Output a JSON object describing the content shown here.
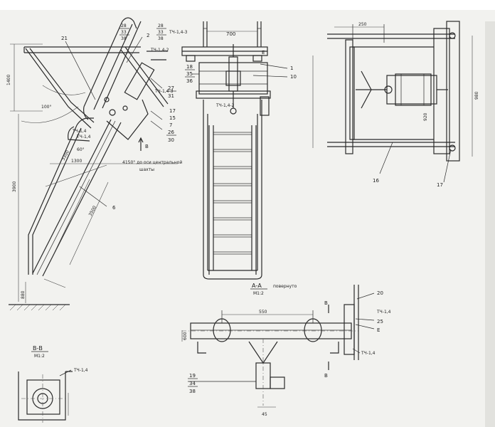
{
  "labels": {
    "n21": "21",
    "n2": "2",
    "n1": "1",
    "n10": "10",
    "n16": "16",
    "n17": "17",
    "n17b": "17",
    "n6": "6",
    "n7": "7",
    "n15": "15",
    "n20": "20",
    "n25": "25",
    "n19": "19",
    "n34": "34",
    "n38": "38",
    "stack_28_33_38_a": [
      "28",
      "33",
      "38"
    ],
    "stack_28_33_38_b": [
      "28",
      "33",
      "38"
    ],
    "stack_18_35_36": [
      "18",
      "35",
      "36"
    ],
    "stack_27_31": [
      "27",
      "31"
    ],
    "stack_26_30": [
      "26",
      "30"
    ],
    "letter_e1": "E",
    "letter_e2": "E",
    "letter_b1": "B",
    "letter_b2": "B",
    "letter_b3": "B"
  },
  "dims": {
    "d700": "700",
    "d1400": "1400",
    "d3300": "3300",
    "d3900": "3900",
    "d1300": "1300",
    "d880": "880",
    "d3500": "3500",
    "d100": "100°",
    "d60": "60°",
    "d550": "550",
    "d45": "45",
    "d920": "920",
    "d980": "980",
    "d600": "600",
    "d250": "250"
  },
  "notes": {
    "weld1": "ТЧ-1,4-3",
    "weld2": "ТЧ-1,4-2",
    "weld3": "ТЧ-1,4",
    "weld4": "ТЧ-1,4-2",
    "weld5": "ТЧ-1,4",
    "weld6": "ТЧ-1,4",
    "weld7": "ТЧ-1,4",
    "weld8": "ТЧ-1,4-3",
    "weld9": "ТЧ-1,4",
    "center_note_1": "4150° до оси центральной",
    "center_note_2": "шахты"
  },
  "views": {
    "aa_title": "А-А",
    "aa_sub": "повернуто",
    "aa_scale": "М1:2",
    "bb_title": "В-В",
    "bb_scale": "М1:2"
  }
}
